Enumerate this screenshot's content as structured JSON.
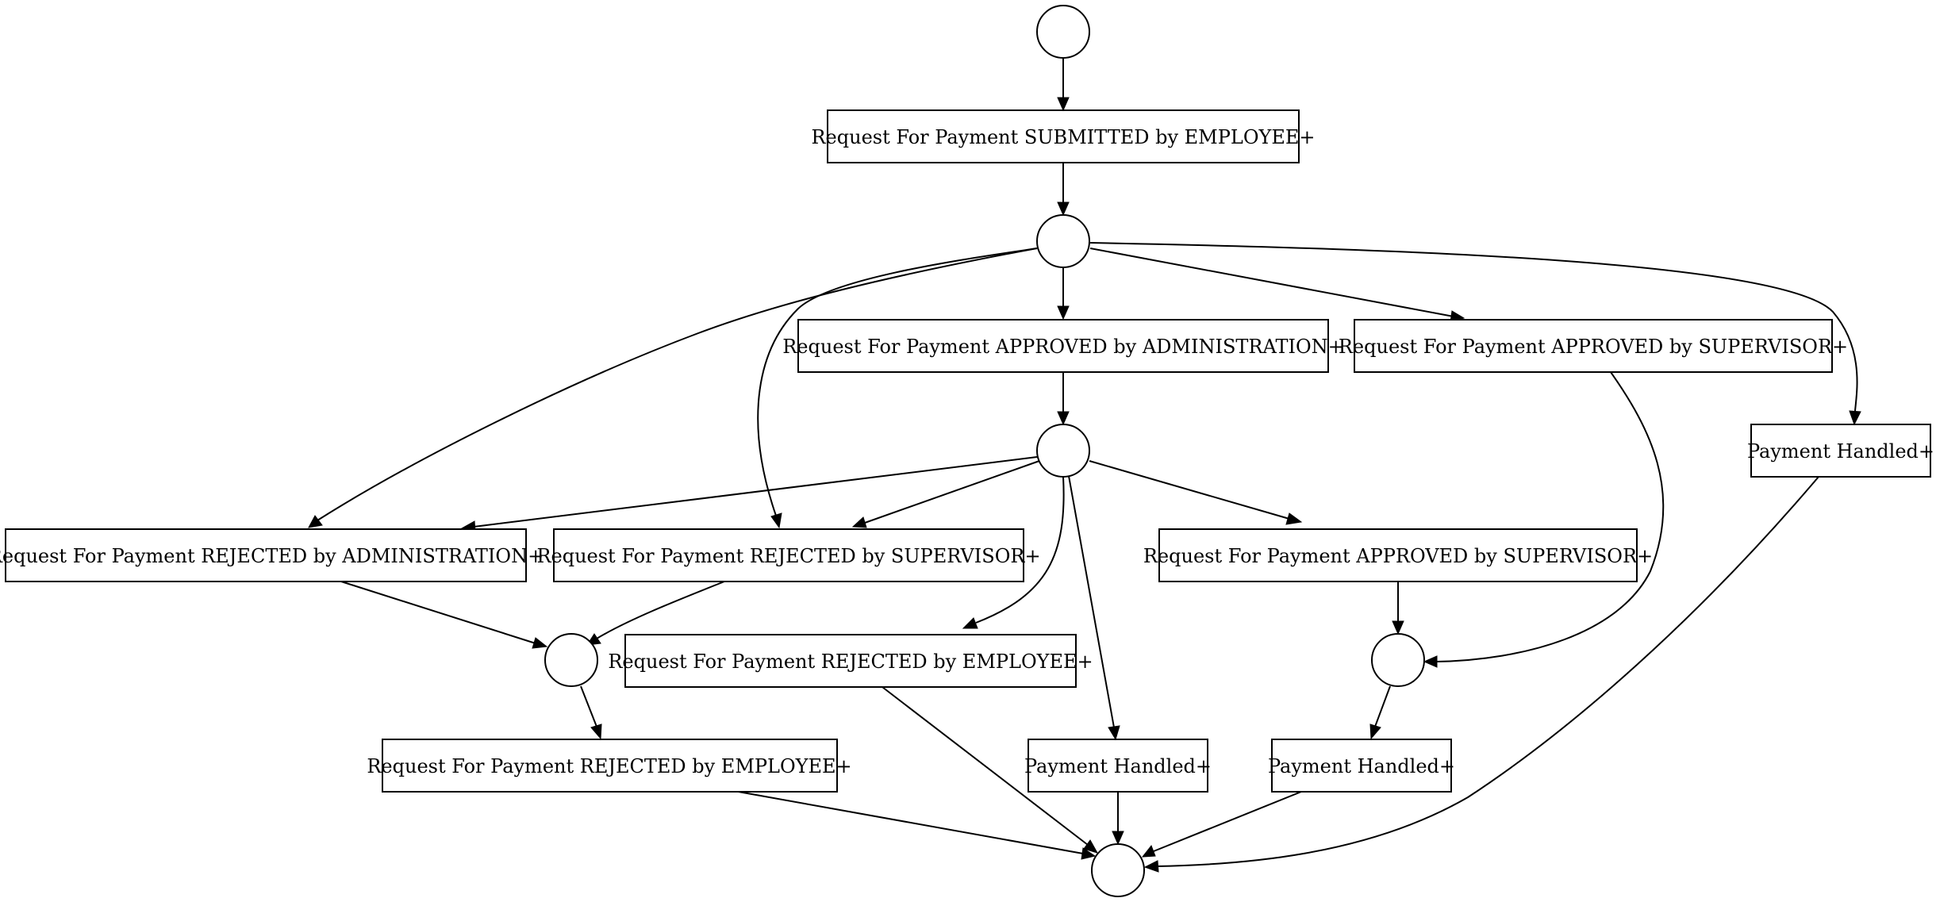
{
  "diagram": {
    "type": "petri-net",
    "colors": {
      "stroke": "#000000",
      "fill": "#ffffff"
    },
    "transitions": {
      "t_submitted": "Request For Payment SUBMITTED by EMPLOYEE+",
      "t_approved_admin": "Request For Payment APPROVED by ADMINISTRATION+",
      "t_approved_sup_top": "Request For Payment APPROVED by SUPERVISOR+",
      "t_handled_right": "Payment Handled+",
      "t_rejected_admin": "Request For Payment REJECTED by ADMINISTRATION+",
      "t_rejected_sup": "Request For Payment REJECTED by SUPERVISOR+",
      "t_approved_sup_mid": "Request For Payment APPROVED by SUPERVISOR+",
      "t_rejected_emp_mid": "Request For Payment REJECTED by EMPLOYEE+",
      "t_rejected_emp_low": "Request For Payment REJECTED by EMPLOYEE+",
      "t_handled_mid": "Payment Handled+",
      "t_handled_low": "Payment Handled+"
    },
    "places": [
      "p_start",
      "p1",
      "p2",
      "p3",
      "p4",
      "p_end"
    ],
    "arcs": [
      {
        "from": "p_start",
        "to": "t_submitted"
      },
      {
        "from": "t_submitted",
        "to": "p1"
      },
      {
        "from": "p1",
        "to": "t_approved_admin"
      },
      {
        "from": "p1",
        "to": "t_approved_sup_top"
      },
      {
        "from": "p1",
        "to": "t_handled_right"
      },
      {
        "from": "p1",
        "to": "t_rejected_admin"
      },
      {
        "from": "p1",
        "to": "t_rejected_sup"
      },
      {
        "from": "t_approved_admin",
        "to": "p2"
      },
      {
        "from": "p2",
        "to": "t_rejected_admin"
      },
      {
        "from": "p2",
        "to": "t_rejected_sup"
      },
      {
        "from": "p2",
        "to": "t_approved_sup_mid"
      },
      {
        "from": "p2",
        "to": "t_rejected_emp_mid"
      },
      {
        "from": "p2",
        "to": "t_handled_mid"
      },
      {
        "from": "t_approved_sup_top",
        "to": "p4"
      },
      {
        "from": "t_approved_sup_mid",
        "to": "p4"
      },
      {
        "from": "t_rejected_admin",
        "to": "p3"
      },
      {
        "from": "t_rejected_sup",
        "to": "p3"
      },
      {
        "from": "p3",
        "to": "t_rejected_emp_low"
      },
      {
        "from": "p4",
        "to": "t_handled_low"
      },
      {
        "from": "t_rejected_emp_low",
        "to": "p_end"
      },
      {
        "from": "t_rejected_emp_mid",
        "to": "p_end"
      },
      {
        "from": "t_handled_mid",
        "to": "p_end"
      },
      {
        "from": "t_handled_low",
        "to": "p_end"
      },
      {
        "from": "t_handled_right",
        "to": "p_end"
      }
    ]
  }
}
